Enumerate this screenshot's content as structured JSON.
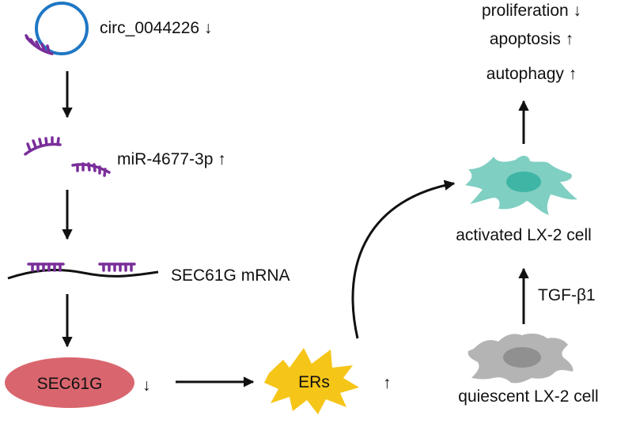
{
  "labels": {
    "circ": "circ_0044226 ↓",
    "mir": "miR-4677-3p ↑",
    "mrna": "SEC61G mRNA",
    "protein": "SEC61G",
    "protein_arrow": "↓",
    "ers": "ERs",
    "ers_arrow": "↑",
    "quiescent": "quiescent LX-2 cell",
    "tgf": "TGF-β1",
    "activated": "activated LX-2 cell",
    "proliferation": "proliferation ↓",
    "apoptosis": "apoptosis ↑",
    "autophagy": "autophagy ↑"
  },
  "colors": {
    "circ_ring": "#1f77c4",
    "mirna": "#7a2e9a",
    "sec61g_fill": "#d9666e",
    "ers_fill": "#f5c518",
    "activated_cell": "#7fcfc2",
    "activated_nucleus": "#3fb5a5",
    "quiescent_cell": "#b4b4b4",
    "quiescent_nucleus": "#909090",
    "arrow": "#111111"
  }
}
